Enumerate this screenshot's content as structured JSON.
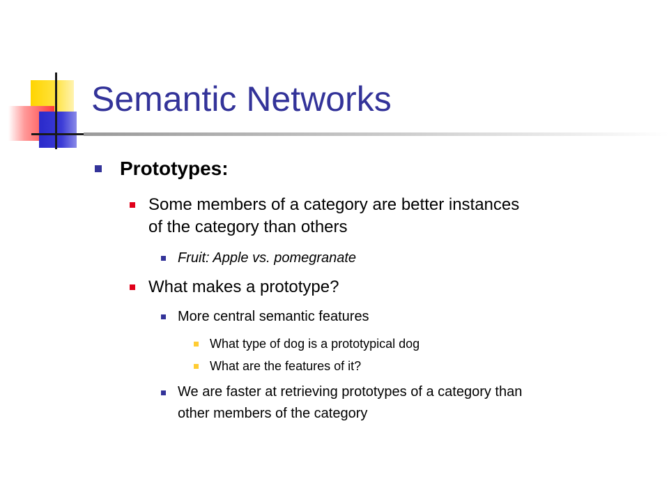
{
  "slide": {
    "title": "Semantic Networks",
    "heading": "Prototypes:",
    "point1": {
      "line1": "Some members of a category are better instances",
      "line2": "of the category than others",
      "example": "Fruit: Apple vs. pomegranate"
    },
    "point2": {
      "text": "What makes a prototype?",
      "sub1": "More central semantic features",
      "sub1_items": [
        "What type of dog is a prototypical dog",
        "What are the features of it?"
      ],
      "sub2": {
        "line1": "We are faster at retrieving prototypes of a category than",
        "line2": "other members of the category"
      }
    }
  },
  "colors": {
    "title": "#333399",
    "bullet_level1": "#333399",
    "bullet_level2": "#e0001a",
    "bullet_level3": "#333399",
    "bullet_level4": "#ffcc33"
  }
}
